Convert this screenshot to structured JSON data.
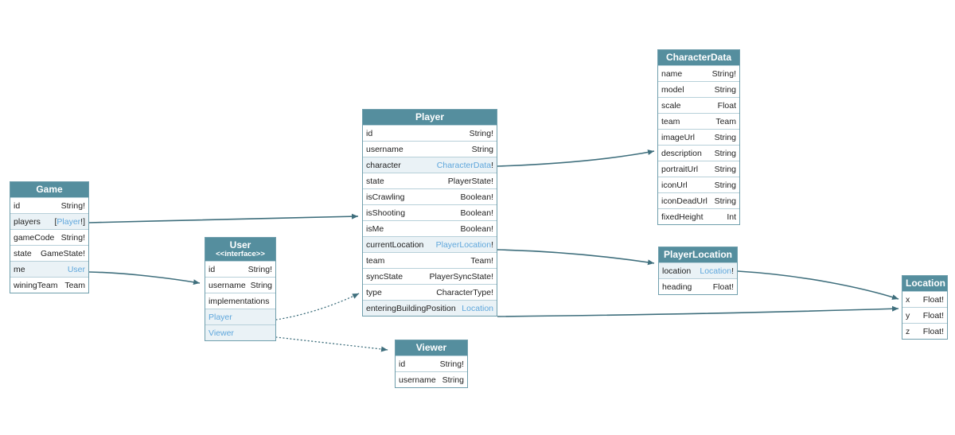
{
  "diagram": {
    "colors": {
      "header": "#558e9e",
      "link_text": "#5fa7dc",
      "arrow": "#3f6f7d",
      "border": "#6f9eac",
      "link_row_bg": "#eaf2f6"
    },
    "nodes": [
      {
        "id": "Game",
        "title": "Game",
        "fields": [
          {
            "name": "id",
            "type": "String!"
          },
          {
            "name": "players",
            "type": "[Player!]",
            "linkText": "Player"
          },
          {
            "name": "gameCode",
            "type": "String!"
          },
          {
            "name": "state",
            "type": "GameState!"
          },
          {
            "name": "me",
            "type": "User",
            "linkText": "User"
          },
          {
            "name": "winingTeam",
            "type": "Team"
          }
        ]
      },
      {
        "id": "User",
        "title": "User",
        "stereotype": "<<interface>>",
        "fields": [
          {
            "name": "id",
            "type": "String!"
          },
          {
            "name": "username",
            "type": "String"
          },
          {
            "name": "implementations",
            "type": ""
          },
          {
            "name": "Player",
            "type": "",
            "nameIsLink": true
          },
          {
            "name": "Viewer",
            "type": "",
            "nameIsLink": true
          }
        ]
      },
      {
        "id": "Player",
        "title": "Player",
        "fields": [
          {
            "name": "id",
            "type": "String!"
          },
          {
            "name": "username",
            "type": "String"
          },
          {
            "name": "character",
            "type": "CharacterData!",
            "linkText": "CharacterData"
          },
          {
            "name": "state",
            "type": "PlayerState!"
          },
          {
            "name": "isCrawling",
            "type": "Boolean!"
          },
          {
            "name": "isShooting",
            "type": "Boolean!"
          },
          {
            "name": "isMe",
            "type": "Boolean!"
          },
          {
            "name": "currentLocation",
            "type": "PlayerLocation!",
            "linkText": "PlayerLocation"
          },
          {
            "name": "team",
            "type": "Team!"
          },
          {
            "name": "syncState",
            "type": "PlayerSyncState!"
          },
          {
            "name": "type",
            "type": "CharacterType!"
          },
          {
            "name": "enteringBuildingPosition",
            "type": "Location",
            "linkText": "Location"
          }
        ]
      },
      {
        "id": "Viewer",
        "title": "Viewer",
        "fields": [
          {
            "name": "id",
            "type": "String!"
          },
          {
            "name": "username",
            "type": "String"
          }
        ]
      },
      {
        "id": "CharacterData",
        "title": "CharacterData",
        "fields": [
          {
            "name": "name",
            "type": "String!"
          },
          {
            "name": "model",
            "type": "String"
          },
          {
            "name": "scale",
            "type": "Float"
          },
          {
            "name": "team",
            "type": "Team"
          },
          {
            "name": "imageUrl",
            "type": "String"
          },
          {
            "name": "description",
            "type": "String"
          },
          {
            "name": "portraitUrl",
            "type": "String"
          },
          {
            "name": "iconUrl",
            "type": "String"
          },
          {
            "name": "iconDeadUrl",
            "type": "String"
          },
          {
            "name": "fixedHeight",
            "type": "Int"
          }
        ]
      },
      {
        "id": "PlayerLocation",
        "title": "PlayerLocation",
        "fields": [
          {
            "name": "location",
            "type": "Location!",
            "linkText": "Location"
          },
          {
            "name": "heading",
            "type": "Float!"
          }
        ]
      },
      {
        "id": "Location",
        "title": "Location",
        "fields": [
          {
            "name": "x",
            "type": "Float!"
          },
          {
            "name": "y",
            "type": "Float!"
          },
          {
            "name": "z",
            "type": "Float!"
          }
        ]
      }
    ],
    "edges": [
      {
        "from": "Game.players",
        "to": "Player",
        "style": "solid"
      },
      {
        "from": "Game.me",
        "to": "User",
        "style": "solid"
      },
      {
        "from": "Player.character",
        "to": "CharacterData",
        "style": "solid"
      },
      {
        "from": "Player.currentLocation",
        "to": "PlayerLocation",
        "style": "solid"
      },
      {
        "from": "Player.enteringBuildingPosition",
        "to": "Location",
        "style": "solid"
      },
      {
        "from": "PlayerLocation.location",
        "to": "Location",
        "style": "solid"
      },
      {
        "from": "User.Player",
        "to": "Player",
        "style": "dotted"
      },
      {
        "from": "User.Viewer",
        "to": "Viewer",
        "style": "dotted"
      }
    ]
  }
}
